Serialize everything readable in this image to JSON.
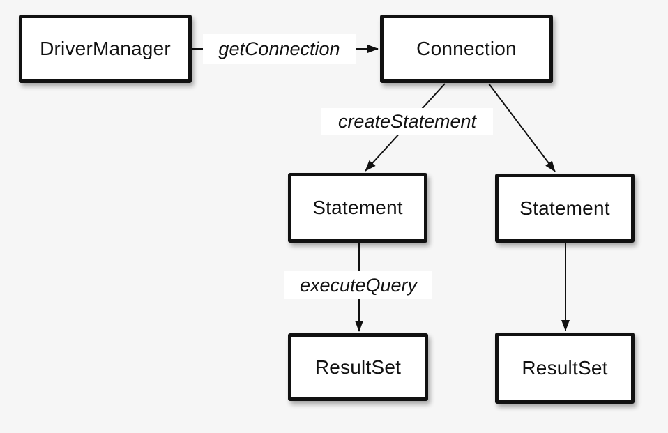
{
  "colors": {
    "background": "#f6f6f6",
    "box_fill": "#ffffff",
    "line": "#111111",
    "text": "#111111",
    "label_bg": "#ffffff"
  },
  "nodes": {
    "driver_manager": {
      "label": "DriverManager"
    },
    "connection": {
      "label": "Connection"
    },
    "statement_left": {
      "label": "Statement"
    },
    "statement_right": {
      "label": "Statement"
    },
    "resultset_left": {
      "label": "ResultSet"
    },
    "resultset_right": {
      "label": "ResultSet"
    }
  },
  "edges": {
    "get_connection": {
      "label": "getConnection",
      "from": "DriverManager",
      "to": "Connection"
    },
    "create_statement": {
      "label": "createStatement",
      "from": "Connection",
      "to": "Statement (left)"
    },
    "connection_to_statement_right": {
      "label": "",
      "from": "Connection",
      "to": "Statement (right)"
    },
    "execute_query": {
      "label": "executeQuery",
      "from": "Statement (left)",
      "to": "ResultSet (left)"
    },
    "statement_right_to_resultset_right": {
      "label": "",
      "from": "Statement (right)",
      "to": "ResultSet (right)"
    }
  }
}
